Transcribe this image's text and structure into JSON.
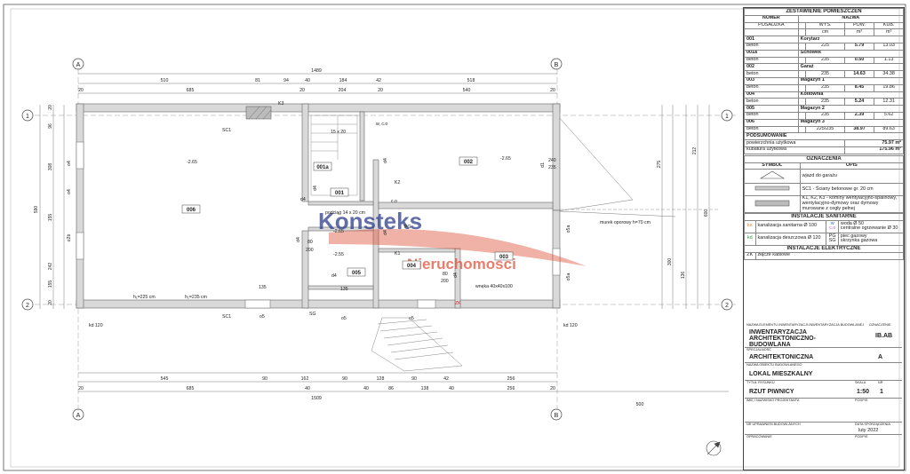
{
  "drawing": {
    "axis_labels": {
      "A": "A",
      "B": "B",
      "one": "1",
      "two": "2"
    },
    "dims_top_total": "1489",
    "dims_top_row1": [
      "510",
      "81",
      "94",
      "40",
      "184",
      "42",
      "518"
    ],
    "dims_top_row2": [
      "20",
      "685",
      "20",
      "204",
      "20",
      "540",
      "20"
    ],
    "dims_bottom_total": "1509",
    "dims_bottom_row1": [
      "545",
      "90",
      "162",
      "90",
      "128",
      "90",
      "42",
      "256"
    ],
    "dims_bottom_row2": [
      "20",
      "685",
      "40",
      "40",
      "86",
      "138",
      "40",
      "256",
      "20"
    ],
    "dim_bottom_500": "500",
    "dims_left": [
      "20",
      "96",
      "308",
      "155",
      "242",
      "155",
      "20"
    ],
    "dims_left_total": "590",
    "dims_right": [
      "275",
      "600",
      "300",
      "136",
      "212"
    ],
    "rooms": [
      {
        "id": "006",
        "label": "006"
      },
      {
        "id": "001",
        "label": "001"
      },
      {
        "id": "001a",
        "label": "001a"
      },
      {
        "id": "002",
        "label": "002"
      },
      {
        "id": "003",
        "label": "003"
      },
      {
        "id": "004",
        "label": "004"
      },
      {
        "id": "005",
        "label": "005"
      }
    ],
    "levels": [
      "-2.65",
      "-2.65",
      "-2.65",
      "-2.55"
    ],
    "notes": {
      "k3": "K3",
      "k2": "K2",
      "k1": "K1",
      "sc1a": "SC1",
      "sc1b": "SC1",
      "sg": "SG",
      "pg": "PG",
      "zk": "ZK",
      "wco": "w, c.o",
      "co": "c.o",
      "podciag": "podciąg 14 x 20 cm",
      "stairs": "15 x 20",
      "murek": "murek oporowy h=70 cm",
      "wneka": "wnęka 40x40x100",
      "h1": "h₁=225 cm",
      "h2": "h₂=235 cm",
      "kd1": "kd 120",
      "kd2": "kd 120",
      "o1": "o5",
      "o2": "o5",
      "o3": "o5",
      "o4": "o5a",
      "o5": "o5a",
      "d1": "d1",
      "d4a": "d4",
      "d4b": "d4",
      "d4c": "d4",
      "d4d": "d4",
      "d4e": "d4",
      "d4f": "d4",
      "d4g": "d4",
      "o2b": "o2b",
      "o4l": "o4",
      "o4l2": "o4",
      "w135a": "135",
      "w135b": "135",
      "w240": "240",
      "w235": "235",
      "n80a": "80",
      "n200a": "200",
      "n80b": "80",
      "n200b": "200"
    },
    "watermark": {
      "line1": "Konsteks",
      "line2": "Nieruchomości"
    }
  },
  "rooms_table": {
    "title": "ZESTAWIENIE POMIESZCZEŃ",
    "col_numer": "NUMER",
    "col_nazwa": "NAZWA",
    "col_posadzka": "POSADZKA",
    "col_wys": "WYS.",
    "col_pow": "POW.",
    "col_kub": "KUB.",
    "unit_cm": "cm",
    "unit_m2": "m²",
    "unit_m3": "m³",
    "rows": [
      {
        "num": "001",
        "name": "Korytarz",
        "floor": "beton",
        "h": "225",
        "area": "5.79",
        "vol": "13.03"
      },
      {
        "num": "001a",
        "name": "Schowek",
        "floor": "beton",
        "h": "235",
        "area": "0.50",
        "vol": "1.13"
      },
      {
        "num": "002",
        "name": "Garaż",
        "floor": "beton",
        "h": "235",
        "area": "14.63",
        "vol": "34.38"
      },
      {
        "num": "003",
        "name": "Magazyn 1",
        "floor": "beton",
        "h": "235",
        "area": "8.45",
        "vol": "19.86"
      },
      {
        "num": "004",
        "name": "Kotłownia",
        "floor": "beton",
        "h": "235",
        "area": "5.24",
        "vol": "12.31"
      },
      {
        "num": "005",
        "name": "Magazyn 2",
        "floor": "beton",
        "h": "235",
        "area": "2.39",
        "vol": "5.62"
      },
      {
        "num": "006",
        "name": "Magazyn 3",
        "floor": "beton",
        "h": "225/235",
        "area": "38.97",
        "vol": "89.63"
      }
    ],
    "summary_title": "PODSUMOWANIE",
    "summary": [
      {
        "label": "powierzchnia użytkowa",
        "value": "75.97 m²"
      },
      {
        "label": "kubatura użytkowa",
        "value": "175.96 m³"
      }
    ]
  },
  "legend": {
    "title": "OZNACZENIA",
    "col_symbol": "SYMBOL",
    "col_opis": "OPIS",
    "items": [
      {
        "desc": "wjazd do garażu"
      },
      {
        "desc": "SC1 - Ściany betonowe gr. 20 cm"
      },
      {
        "desc": "K1, K2, K3 - kominy wentylacyjno-spalinowy, wentylacyjno-dymowy oraz dymowy murowane z cegły pełnej"
      }
    ],
    "sanitary_title": "INSTALACJE SANITARNE",
    "sanitary": [
      {
        "sym": "ks",
        "desc": "kanalizacja sanitarna Ø 100",
        "sym2": "w",
        "desc2": "woda Ø 50",
        "sym3": "c.o",
        "desc3": "centralne ogrzewanie Ø 30"
      },
      {
        "sym": "kd",
        "desc": "kanalizacja deszczowa Ø 120",
        "sym2": "PG",
        "desc2": "piec gazowy",
        "sym3": "SG",
        "desc3": "skrzynka gazowa"
      }
    ],
    "electric_title": "INSTALACJE ELEKTRYCZNE",
    "electric": [
      {
        "sym": "ZK",
        "desc": "złącze kablowe"
      }
    ]
  },
  "title_block": {
    "label_element": "NAZWA ELEMENTU INWENTARYZACJI-INWENTARYZACJA BUDOWLANEJ",
    "element": "INWENTARYZACJA ARCHITEKTONICZNO-BUDOWLANA",
    "label_oznaczenie": "OZNACZENIE",
    "oznaczenie": "IB.AB",
    "label_specjalnosc": "SPECJALNOŚĆ",
    "specjalnosc": "ARCHITEKTONICZNA",
    "spec_code": "A",
    "label_obiekt": "NAZWA OBIEKTU BUDOWLANEGO",
    "obiekt": "LOKAL MIESZKALNY",
    "label_tytul": "TYTUŁ RYSUNKU",
    "tytul": "RZUT PIWNICY",
    "label_skala": "SKALA",
    "skala": "1:50",
    "label_nr": "NR",
    "nr": "1",
    "label_projektant": "IMIĘ I NAZWISKO PROJEKTANTA",
    "label_podpis": "PODPIS",
    "label_uprawnienia": "NR UPRAWNIEŃ BUDOWLANYCH",
    "label_data": "DATA SPORZĄDZENIA",
    "data": "luty 2022",
    "label_opracowanie": "OPRACOWANIE",
    "label_podpis2": "PODPIS"
  },
  "colors": {
    "wall": "#8a8a8a",
    "wall_fill": "#d9d9d9",
    "watermark_blue": "#2d3e8c",
    "watermark_red": "#e0523a",
    "accent_pink": "#d14fd1",
    "zk_red": "#e02020"
  }
}
